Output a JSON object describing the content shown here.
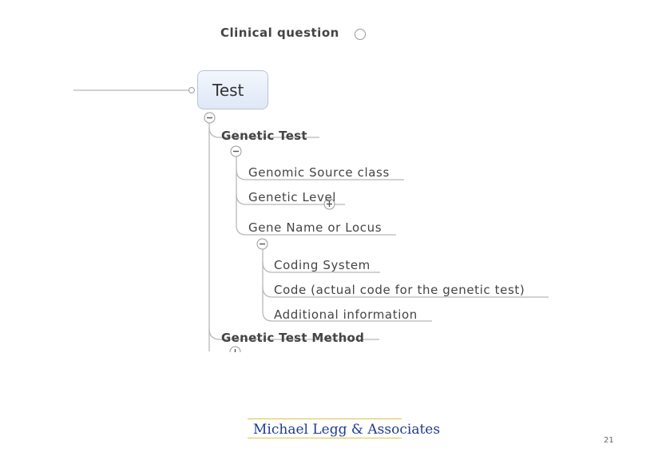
{
  "mindmap": {
    "cut_parent": "Clinical question",
    "root": "Test",
    "children": [
      {
        "label": "Genetic Test",
        "items": [
          {
            "label": "Genomic Source class"
          },
          {
            "label": "Genetic Level"
          },
          {
            "label": "Gene Name or Locus",
            "items": [
              {
                "label": "Coding System"
              },
              {
                "label": "Code (actual code for the genetic test)"
              },
              {
                "label": "Additional information"
              }
            ]
          }
        ]
      },
      {
        "label": "Genetic Test Method"
      }
    ]
  },
  "footer": {
    "logo_text": "Michael Legg & Associates",
    "page_number": "21"
  }
}
